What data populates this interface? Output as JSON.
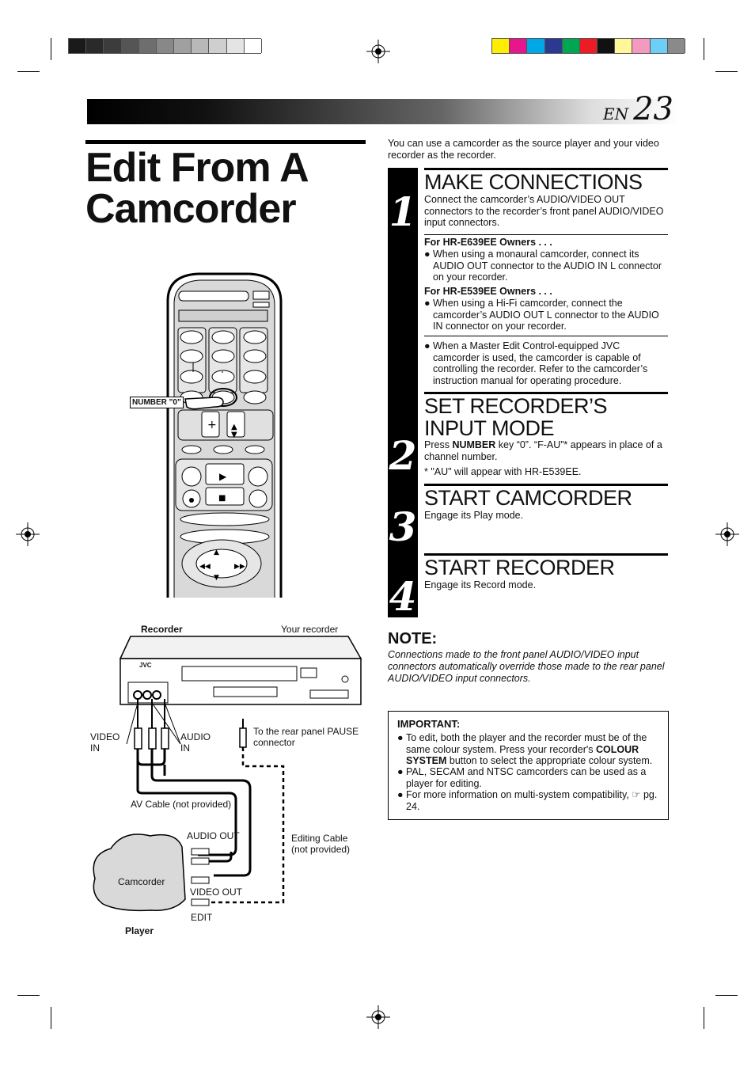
{
  "header": {
    "lang": "EN",
    "page_number": "23",
    "gray_swatches": [
      "#1a1a1a",
      "#2a2a2a",
      "#3c3c3c",
      "#555555",
      "#6e6e6e",
      "#888888",
      "#a0a0a0",
      "#b8b8b8",
      "#cfcfcf",
      "#e4e4e4",
      "#ffffff"
    ],
    "color_swatches": [
      "#ffee00",
      "#e8168c",
      "#00a8e8",
      "#2b3990",
      "#00a651",
      "#ed1c24",
      "#111111",
      "#fff799",
      "#f49ac1",
      "#6dcff6",
      "#8a8a8a"
    ]
  },
  "title_line1": "Edit From A",
  "title_line2": "Camcorder",
  "intro": "You can use a camcorder as the source player and your video recorder as the recorder.",
  "steps": [
    {
      "num": "1",
      "heading": "MAKE CONNECTIONS",
      "text": "Connect the camcorder’s AUDIO/VIDEO OUT connectors to the recorder’s front panel AUDIO/VIDEO input connectors.",
      "sub1": "For HR-E639EE Owners . . .",
      "bullet1": "When using a monaural camcorder, connect its AUDIO OUT connector to the AUDIO IN L connector on your recorder.",
      "sub2": "For HR-E539EE Owners . . .",
      "bullet2": "When using a Hi-Fi camcorder, connect the camcorder’s AUDIO OUT L connector to the AUDIO IN connector on your recorder.",
      "bullet3": "When a Master Edit Control-equipped JVC camcorder is used, the camcorder is capable of controlling the recorder. Refer to the camcorder’s instruction manual for operating procedure."
    },
    {
      "num": "2",
      "heading": "SET RECORDER’S INPUT MODE",
      "text_pre": "Press ",
      "text_bold": "NUMBER",
      "text_post": " key “0”. “F-AU”* appears in place of a channel number.",
      "note": "* \"AU\" will appear with HR-E539EE."
    },
    {
      "num": "3",
      "heading": "START CAMCORDER",
      "text": "Engage its Play mode."
    },
    {
      "num": "4",
      "heading": "START RECORDER",
      "text": "Engage its Record mode."
    }
  ],
  "note": {
    "heading": "NOTE:",
    "text": "Connections made to the front panel AUDIO/VIDEO input connectors automatically override those made to the rear panel AUDIO/VIDEO input connectors."
  },
  "important": {
    "heading": "IMPORTANT:",
    "b1_pre": "To edit, both the player and the recorder must be of the same colour system. Press your recorder's ",
    "b1_bold": "COLOUR SYSTEM",
    "b1_post": " button to select the appropriate colour system.",
    "b2": "PAL, SECAM and NTSC camcorders can be used as a player for editing.",
    "b3": "For more information on multi-system compatibility, ☞ pg. 24."
  },
  "remote_label": "NUMBER \"0\"",
  "diagram": {
    "recorder": "Recorder",
    "your_recorder": "Your recorder",
    "brand": "JVC",
    "video_in": "VIDEO IN",
    "audio_in": "AUDIO IN",
    "pause": "To the rear panel PAUSE connector",
    "av_cable": "AV Cable (not provided)",
    "audio_out": "AUDIO OUT",
    "editing_cable": "Editing Cable (not provided)",
    "camcorder": "Camcorder",
    "video_out": "VIDEO OUT",
    "edit": "EDIT",
    "player": "Player"
  }
}
